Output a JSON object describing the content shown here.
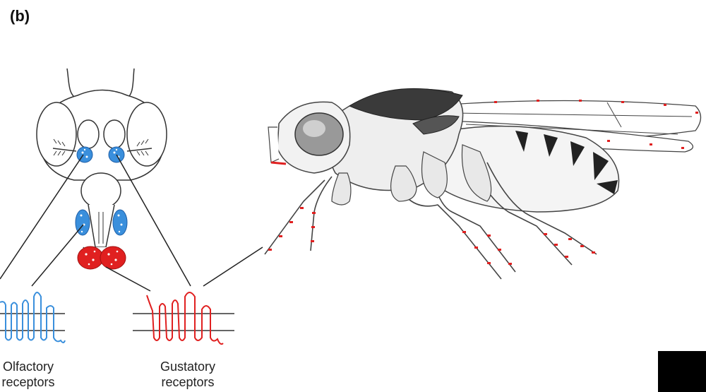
{
  "figure": {
    "panel_label": "(b)",
    "captions": {
      "olfactory_line1": "Olfactory",
      "olfactory_line2": "receptors",
      "gustatory_line1": "Gustatory",
      "gustatory_line2": "receptors"
    },
    "colors": {
      "olfactory": "#3a8fdc",
      "gustatory": "#e02020",
      "outline": "#333333",
      "box": "#000000"
    }
  }
}
